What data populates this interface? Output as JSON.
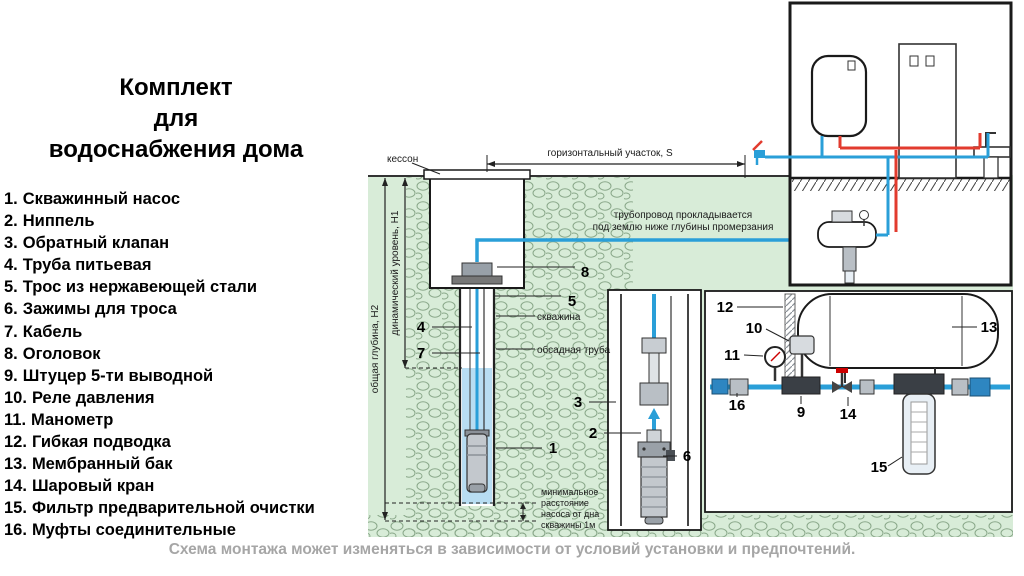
{
  "title": {
    "line1": "Комплект",
    "line2": "для",
    "line3": "водоснабжения дома"
  },
  "parts": [
    {
      "num": "1.",
      "label": "Скважинный насос"
    },
    {
      "num": "2.",
      "label": "Ниппель"
    },
    {
      "num": "3.",
      "label": "Обратный клапан"
    },
    {
      "num": "4.",
      "label": "Труба питьевая"
    },
    {
      "num": "5.",
      "label": "Трос из нержавеющей стали"
    },
    {
      "num": "6.",
      "label": "Зажимы для троса"
    },
    {
      "num": "7.",
      "label": "Кабель"
    },
    {
      "num": "8.",
      "label": "Оголовок"
    },
    {
      "num": "9.",
      "label": "Штуцер 5-ти выводной"
    },
    {
      "num": "10.",
      "label": "Реле давления"
    },
    {
      "num": "11.",
      "label": "Манометр"
    },
    {
      "num": "12.",
      "label": "Гибкая подводка"
    },
    {
      "num": "13.",
      "label": "Мембранный бак"
    },
    {
      "num": "14.",
      "label": "Шаровый кран"
    },
    {
      "num": "15.",
      "label": "Фильтр предварительной очистки"
    },
    {
      "num": "16.",
      "label": "Муфты соединительные"
    }
  ],
  "diagram": {
    "labels": {
      "kesson": "кессон",
      "horizontal_section": "горизонтальный участок, S",
      "pipeline_note1": "трубопровод прокладывается",
      "pipeline_note2": "под землю ниже глубины промерзания",
      "well": "скважина",
      "casing": "обсадная труба",
      "total_depth": "общая глубина, Н2",
      "dynamic_level": "динамический уровень, Н1",
      "min_dist1": "минимальное",
      "min_dist2": "расстояние",
      "min_dist3": "насоса от дна",
      "min_dist4": "скважины 1м"
    },
    "callouts": {
      "n1": "1",
      "n2": "2",
      "n3": "3",
      "n4": "4",
      "n5": "5",
      "n6": "6",
      "n7": "7",
      "n8": "8",
      "n9": "9",
      "n10": "10",
      "n11": "11",
      "n12": "12",
      "n13": "13",
      "n14": "14",
      "n15": "15",
      "n16": "16"
    }
  },
  "footer": {
    "note": "Схема монтажа может изменяться в зависимости от условий установки и предпочтений."
  },
  "colors": {
    "background_green": "#d8ecd8",
    "pipe_cold": "#2a9fd8",
    "pipe_hot": "#e23b2e"
  }
}
